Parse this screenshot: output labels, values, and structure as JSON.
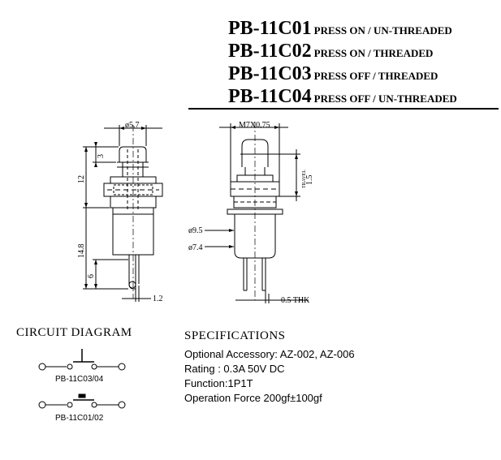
{
  "models": [
    {
      "code": "PB-11C01",
      "desc": "PRESS ON / UN-THREADED"
    },
    {
      "code": "PB-11C02",
      "desc": "PRESS ON / THREADED"
    },
    {
      "code": "PB-11C03",
      "desc": "PRESS OFF / THREADED"
    },
    {
      "code": "PB-11C04",
      "desc": "PRESS OFF / UN-THREADED"
    }
  ],
  "drawing_left": {
    "dims": {
      "cap_diameter": "ø5.7",
      "cap_height": "3",
      "body_height": "12",
      "lower_height": "14.8",
      "terminal_height": "6",
      "terminal_width": "1.2"
    }
  },
  "drawing_right": {
    "dims": {
      "thread": "M7X0.75",
      "travel": "1.5",
      "travel_label": "TRAVEL",
      "flange_diameter": "ø9.5",
      "body_diameter": "ø7.4",
      "thickness": "0.5  THK"
    }
  },
  "circuit": {
    "title": "CIRCUIT DIAGRAM",
    "diagram1_label": "PB-11C03/04",
    "diagram2_label": "PB-11C01/02"
  },
  "specs": {
    "title": "SPECIFICATIONS",
    "lines": [
      "Optional Accessory: AZ-002, AZ-006",
      "Rating : 0.3A 50V DC",
      "Function:1P1T",
      "Operation Force 200gf±100gf"
    ]
  }
}
